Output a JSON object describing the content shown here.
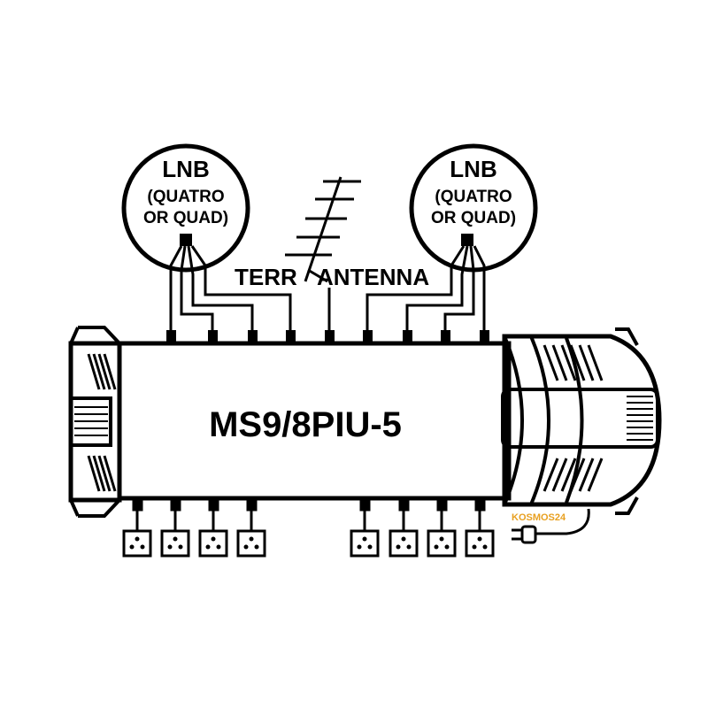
{
  "lnb_left": {
    "title": "LNB",
    "line1": "(QUATRO",
    "line2": "OR QUAD)"
  },
  "lnb_right": {
    "title": "LNB",
    "line1": "(QUATRO",
    "line2": "OR QUAD)"
  },
  "antenna": {
    "label_left": "TERR",
    "label_right": "ANTENNA"
  },
  "device": {
    "model": "MS9/8PIU-5"
  },
  "watermark": "KOSMOS24",
  "colors": {
    "line": "#000000",
    "background": "#ffffff",
    "watermark": "#e8a020"
  },
  "counts": {
    "inputs": 9,
    "outputs": 8
  }
}
